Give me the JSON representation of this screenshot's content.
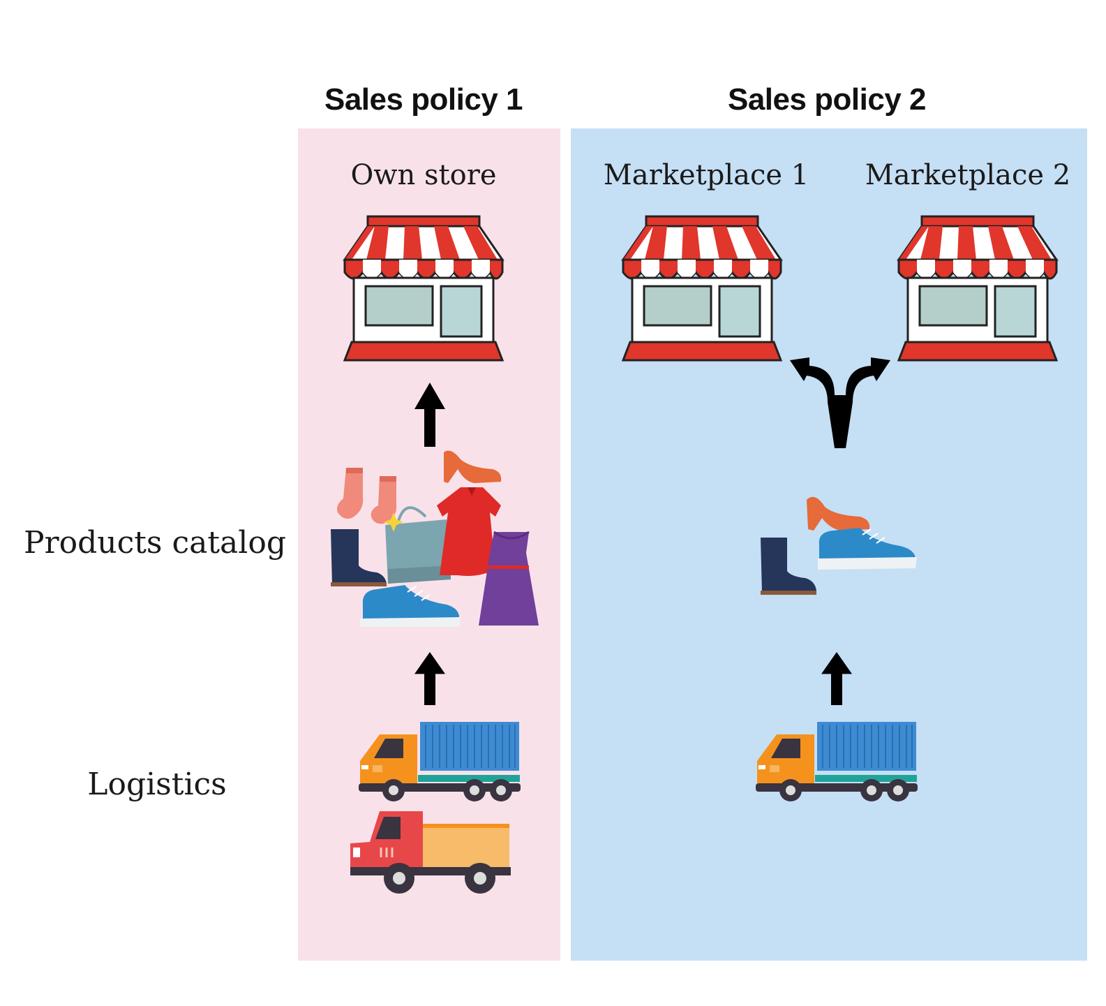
{
  "headings": {
    "policy1": "Sales policy 1",
    "policy2": "Sales policy 2"
  },
  "stores": {
    "own_store": "Own store",
    "marketplace1": "Marketplace 1",
    "marketplace2": "Marketplace 2"
  },
  "row_labels": {
    "catalog": "Products catalog",
    "logistics": "Logistics"
  },
  "colors": {
    "panel1_bg": "#f9e1ea",
    "panel2_bg": "#c5dff5",
    "awning_red": "#e0362c",
    "truck_blue": "#3d8bd3",
    "truck_orange": "#f5921e",
    "arrow": "#000000"
  },
  "icons": [
    "store-icon",
    "arrow-up-icon",
    "split-arrow-icon",
    "clothes-icon",
    "shoes-icon",
    "truck-icon",
    "delivery-truck-icon"
  ]
}
